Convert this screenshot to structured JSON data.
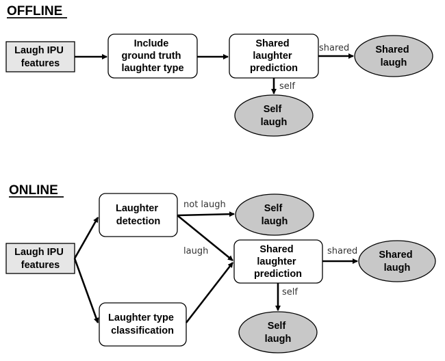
{
  "offline": {
    "title": "OFFLINE",
    "input": [
      "Laugh IPU",
      "features"
    ],
    "include": [
      "Include",
      "ground truth",
      "laughter type"
    ],
    "shared_pred": [
      "Shared",
      "laughter",
      "prediction"
    ],
    "out_shared": [
      "Shared",
      "laugh"
    ],
    "out_self": [
      "Self",
      "laugh"
    ],
    "label_shared": "shared",
    "label_self": "self"
  },
  "online": {
    "title": "ONLINE",
    "input": [
      "Laugh IPU",
      "features"
    ],
    "detection": [
      "Laughter",
      "detection"
    ],
    "classification": [
      "Laughter type",
      "classification"
    ],
    "shared_pred": [
      "Shared",
      "laughter",
      "prediction"
    ],
    "out_self_top": [
      "Self",
      "laugh"
    ],
    "out_shared": [
      "Shared",
      "laugh"
    ],
    "out_self": [
      "Self",
      "laugh"
    ],
    "label_not_laugh": "not laugh",
    "label_laugh": "laugh",
    "label_shared": "shared",
    "label_self": "self"
  }
}
